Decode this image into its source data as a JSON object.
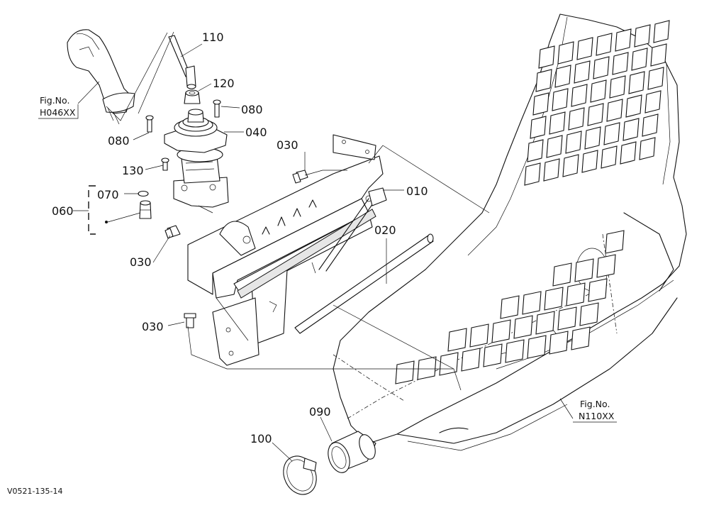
{
  "parts": [
    {
      "id": "p110",
      "number": "110"
    },
    {
      "id": "p120",
      "number": "120"
    },
    {
      "id": "p080a",
      "number": "080"
    },
    {
      "id": "p080b",
      "number": "080"
    },
    {
      "id": "p040",
      "number": "040"
    },
    {
      "id": "p030a",
      "number": "030"
    },
    {
      "id": "p010",
      "number": "010"
    },
    {
      "id": "p130",
      "number": "130"
    },
    {
      "id": "p070",
      "number": "070"
    },
    {
      "id": "p060",
      "number": "060"
    },
    {
      "id": "p030b",
      "number": "030"
    },
    {
      "id": "p020",
      "number": "020"
    },
    {
      "id": "p030c",
      "number": "030"
    },
    {
      "id": "p090",
      "number": "090"
    },
    {
      "id": "p100",
      "number": "100"
    }
  ],
  "references": [
    {
      "id": "ref-h046",
      "label": "Fig.No.",
      "figure": "H046XX"
    },
    {
      "id": "ref-n110",
      "label": "Fig.No.",
      "figure": "N110XX"
    }
  ],
  "footer": {
    "code": "V0521-135-14"
  }
}
